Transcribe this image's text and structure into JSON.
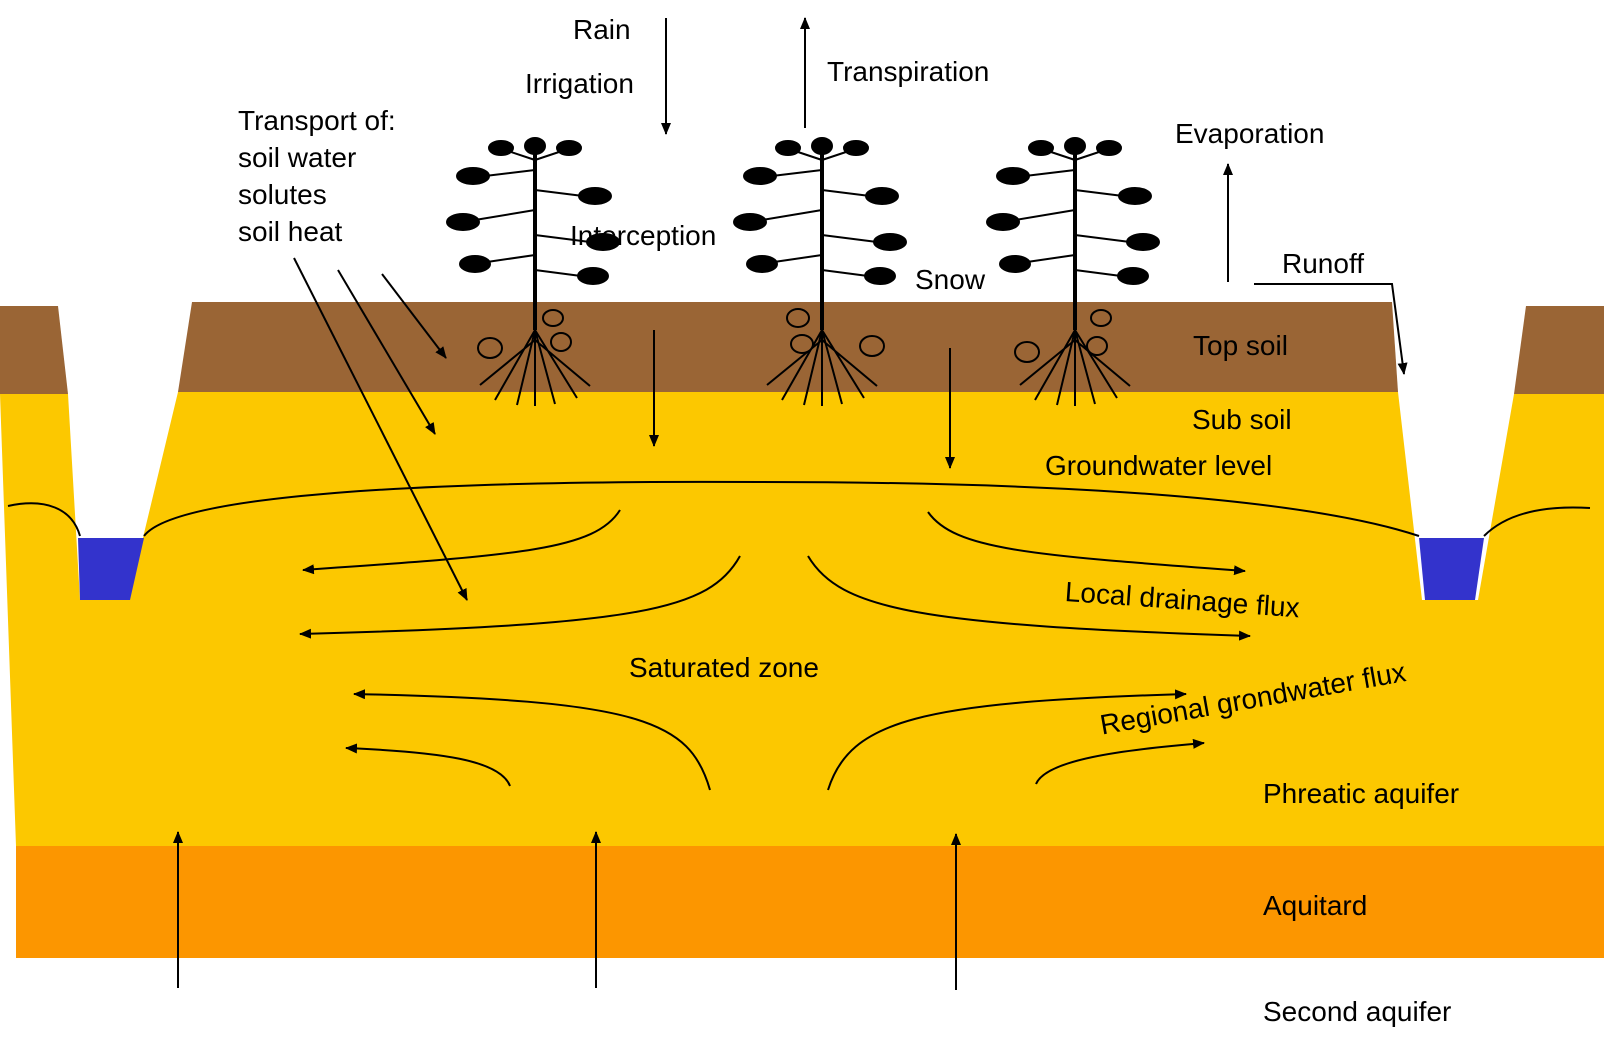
{
  "labels": {
    "rain": "Rain",
    "irrigation": "Irrigation",
    "transpiration": "Transpiration",
    "evaporation": "Evaporation",
    "transport_title": "Transport of:",
    "transport_items": [
      "soil water",
      "solutes",
      "soil heat"
    ],
    "interception": "Interception",
    "snow": "Snow",
    "runoff": "Runoff",
    "top_soil": "Top soil",
    "sub_soil": "Sub soil",
    "groundwater_level": "Groundwater level",
    "local_drainage_flux": "Local drainage flux",
    "saturated_zone": "Saturated zone",
    "regional_groundwater_flux": "Regional grondwater flux",
    "phreatic_aquifer": "Phreatic aquifer",
    "aquitard": "Aquitard",
    "second_aquifer": "Second aquifer"
  },
  "icons": {
    "plant": "potato-plant-icon"
  },
  "colors": {
    "top_soil": "#9a6535",
    "sub_soil": "#fcc800",
    "aquitard": "#fc9600",
    "water": "#3333cc",
    "line": "#000000"
  }
}
